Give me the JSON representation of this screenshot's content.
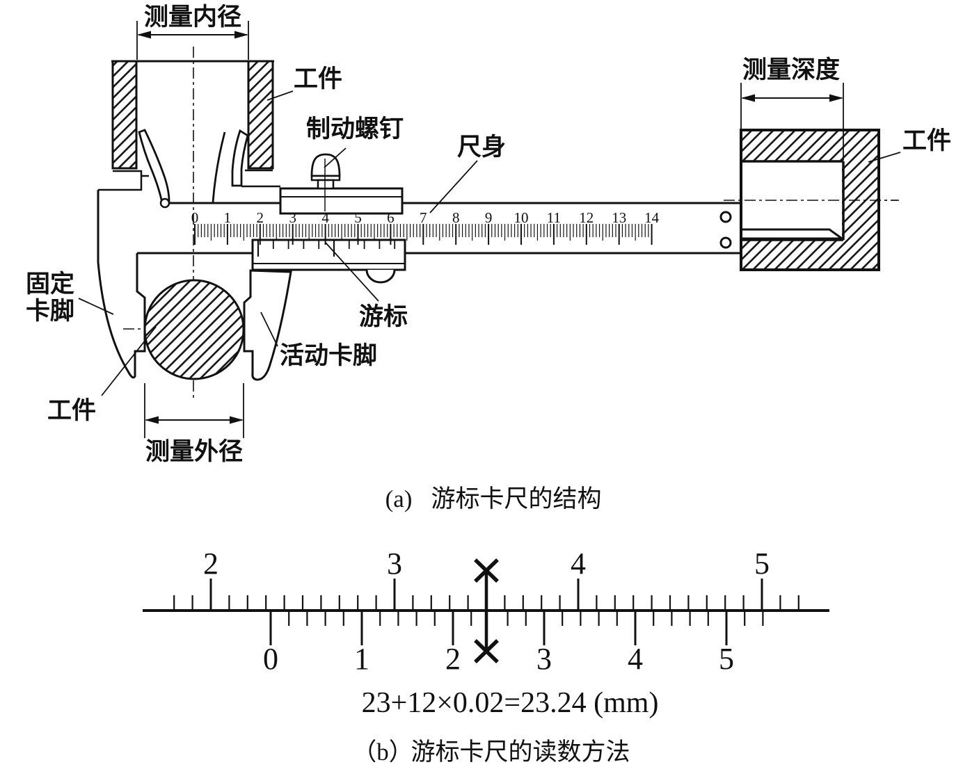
{
  "figure_a": {
    "caption_prefix": "(a)",
    "caption": "游标卡尺的结构",
    "labels": {
      "measure_inner_diameter": "测量内径",
      "workpiece_top": "工件",
      "brake_screw": "制动螺钉",
      "ruler_body": "尺身",
      "measure_depth": "测量深度",
      "workpiece_right": "工件",
      "fixed_jaw_line1": "固定",
      "fixed_jaw_line2": "卡脚",
      "workpiece_round": "工件",
      "movable_jaw": "活动卡脚",
      "vernier": "游标",
      "measure_outer_diameter": "测量外径"
    },
    "main_scale_numbers": [
      "0",
      "1",
      "2",
      "3",
      "4",
      "5",
      "6",
      "7",
      "8",
      "9",
      "10",
      "11",
      "12",
      "13",
      "14"
    ]
  },
  "figure_b": {
    "caption_prefix": "（b）",
    "caption": "游标卡尺的读数方法",
    "formula": "23+12×0.02=23.24 (mm)",
    "main_scale_labels": [
      "2",
      "3",
      "4",
      "5"
    ],
    "vernier_scale_labels": [
      "0",
      "1",
      "2",
      "3",
      "4",
      "5"
    ],
    "reading": {
      "main_mm": 23,
      "vernier_line": 12,
      "precision_mm": 0.02,
      "result_mm": 23.24
    }
  }
}
